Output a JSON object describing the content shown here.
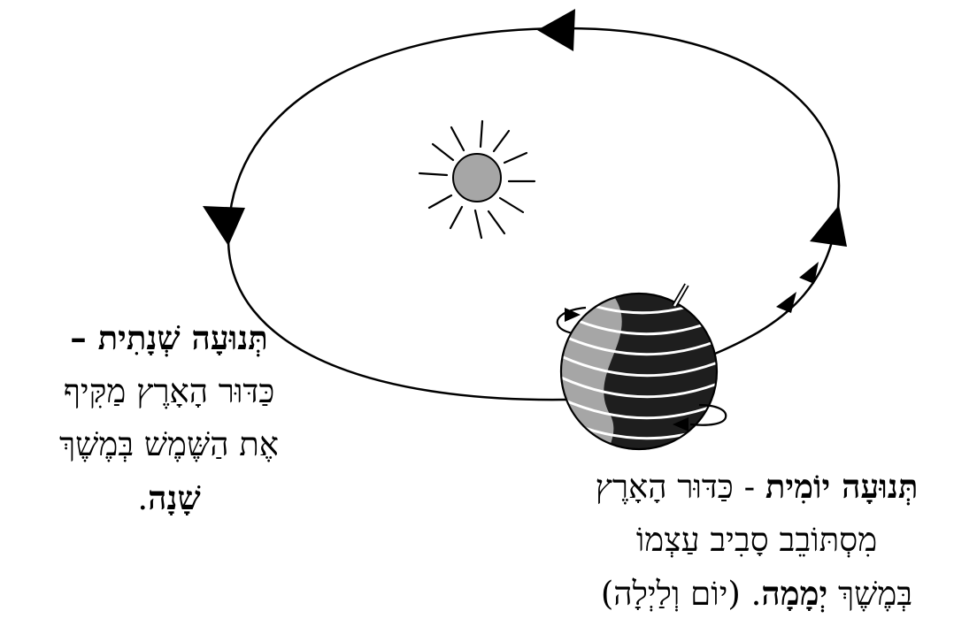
{
  "annual": {
    "title": "תְּנוּעָה שְׁנָתִית –",
    "line2": "כַּדּוּר הָאָרֶץ מַקִּיף",
    "line3": "אֶת הַשֶּׁמֶשׁ בְּמֶשֶׁךְ",
    "line4_bold": "שָׁנָה",
    "line4_rest": "."
  },
  "daily": {
    "title": "תְּנוּעָה יוֹמִית",
    "line1_rest": " - כַּדּוּר הָאָרֶץ",
    "line2": "מִסְתּוֹבֵב סָבִיב עַצְמוֹ",
    "line3_start": "בְּמֶשֶׁךְ ",
    "line3_bold": "יְמָמָה",
    "line3_end": ". (יוֹם וְלַיְלָה)"
  },
  "colors": {
    "sun_fill": "#a6a6a6",
    "earth_light": "#a6a6a6",
    "earth_dark": "#1e1e1e",
    "stroke": "#000000"
  }
}
